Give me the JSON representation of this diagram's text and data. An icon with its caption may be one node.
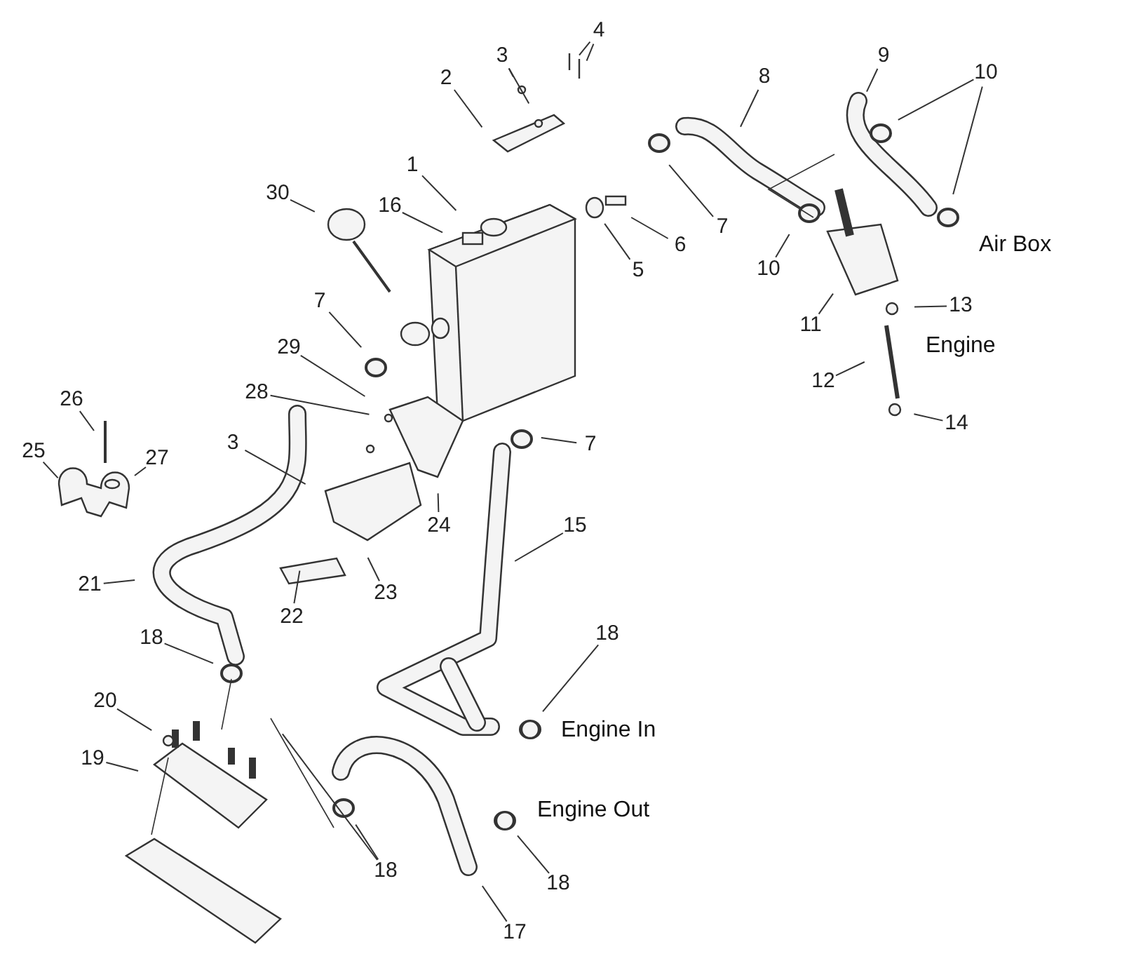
{
  "diagram": {
    "nodes": [
      {
        "text": [
          "3"
        ]
      },
      {
        "text": [
          "4"
        ]
      },
      {
        "text": [
          "10"
        ]
      },
      {
        "text": [
          "9"
        ]
      },
      {
        "text": [
          "8"
        ]
      },
      {
        "text": [
          "2"
        ]
      },
      {
        "text": [
          "1"
        ]
      },
      {
        "text": [
          "30"
        ]
      },
      {
        "text": [
          "16"
        ]
      },
      {
        "text": [
          "7"
        ]
      },
      {
        "text": [
          "6"
        ]
      },
      {
        "text": [
          "5"
        ]
      },
      {
        "text": [
          "10"
        ]
      },
      {
        "text": [
          "11"
        ]
      },
      {
        "text": [
          "13"
        ]
      },
      {
        "text": [
          "7"
        ]
      },
      {
        "text": [
          "29"
        ]
      },
      {
        "text": [
          "12"
        ]
      },
      {
        "text": [
          "26"
        ]
      },
      {
        "text": [
          "28"
        ]
      },
      {
        "text": [
          "14"
        ]
      },
      {
        "text": [
          "7"
        ]
      },
      {
        "text": [
          "25"
        ]
      },
      {
        "text": [
          "27"
        ]
      },
      {
        "text": [
          "3"
        ]
      },
      {
        "text": [
          "24"
        ]
      },
      {
        "text": [
          "15"
        ]
      },
      {
        "text": [
          "21"
        ]
      },
      {
        "text": [
          "22"
        ]
      },
      {
        "text": [
          "23"
        ]
      },
      {
        "text": [
          "18"
        ]
      },
      {
        "text": [
          "18"
        ]
      },
      {
        "text": [
          "20"
        ]
      },
      {
        "text": [
          "19"
        ]
      },
      {
        "text": [
          "18"
        ]
      },
      {
        "text": [
          "18"
        ]
      },
      {
        "text": [
          "17"
        ]
      }
    ],
    "edges": [
      {
        "from": 0,
        "to": null,
        "arrow": "none"
      },
      {
        "from": 0,
        "to": null,
        "arrow": "none"
      },
      {
        "from": 1,
        "to": null,
        "arrow": "none"
      },
      {
        "from": 1,
        "to": null,
        "arrow": "none"
      },
      {
        "from": 2,
        "to": null,
        "arrow": "none"
      },
      {
        "from": 2,
        "to": null,
        "arrow": "none"
      },
      {
        "from": 3,
        "to": null,
        "arrow": "none"
      },
      {
        "from": 4,
        "to": null,
        "arrow": "none"
      },
      {
        "from": 5,
        "to": null,
        "arrow": "none"
      },
      {
        "from": 6,
        "to": null,
        "arrow": "none"
      },
      {
        "from": 7,
        "to": null,
        "arrow": "none"
      },
      {
        "from": 8,
        "to": null,
        "arrow": "none"
      },
      {
        "from": 9,
        "to": null,
        "arrow": "none"
      },
      {
        "from": 10,
        "to": null,
        "arrow": "none"
      },
      {
        "from": 11,
        "to": null,
        "arrow": "none"
      },
      {
        "from": 12,
        "to": null,
        "arrow": "none"
      },
      {
        "from": 13,
        "to": null,
        "arrow": "none"
      },
      {
        "from": 14,
        "to": null,
        "arrow": "none"
      },
      {
        "from": 15,
        "to": null,
        "arrow": "none"
      },
      {
        "from": 16,
        "to": null,
        "arrow": "none"
      },
      {
        "from": 17,
        "to": null,
        "arrow": "none"
      },
      {
        "from": 18,
        "to": null,
        "arrow": "none"
      },
      {
        "from": 19,
        "to": null,
        "arrow": "none"
      },
      {
        "from": 20,
        "to": null,
        "arrow": "none"
      },
      {
        "from": 21,
        "to": null,
        "arrow": "none"
      },
      {
        "from": 22,
        "to": null,
        "arrow": "none"
      },
      {
        "from": 23,
        "to": null,
        "arrow": "none"
      },
      {
        "from": 24,
        "to": null,
        "arrow": "none"
      },
      {
        "from": 25,
        "to": null,
        "arrow": "none"
      },
      {
        "from": 26,
        "to": null,
        "arrow": "none"
      },
      {
        "from": 27,
        "to": null,
        "arrow": "none"
      },
      {
        "from": 28,
        "to": null,
        "arrow": "none"
      },
      {
        "from": 29,
        "to": null,
        "arrow": "none"
      },
      {
        "from": 30,
        "to": null,
        "arrow": "none"
      },
      {
        "from": 31,
        "to": null,
        "arrow": "none"
      },
      {
        "from": 32,
        "to": null,
        "arrow": "none"
      },
      {
        "from": 33,
        "to": null,
        "arrow": "none"
      },
      {
        "from": 34,
        "to": null,
        "arrow": "none"
      },
      {
        "from": 34,
        "to": null,
        "arrow": "none"
      },
      {
        "from": 35,
        "to": null,
        "arrow": "none"
      },
      {
        "from": 36,
        "to": null,
        "arrow": "none"
      }
    ],
    "labels": [
      "Air Box",
      "Engine",
      "Engine In",
      "Engine Out"
    ]
  }
}
